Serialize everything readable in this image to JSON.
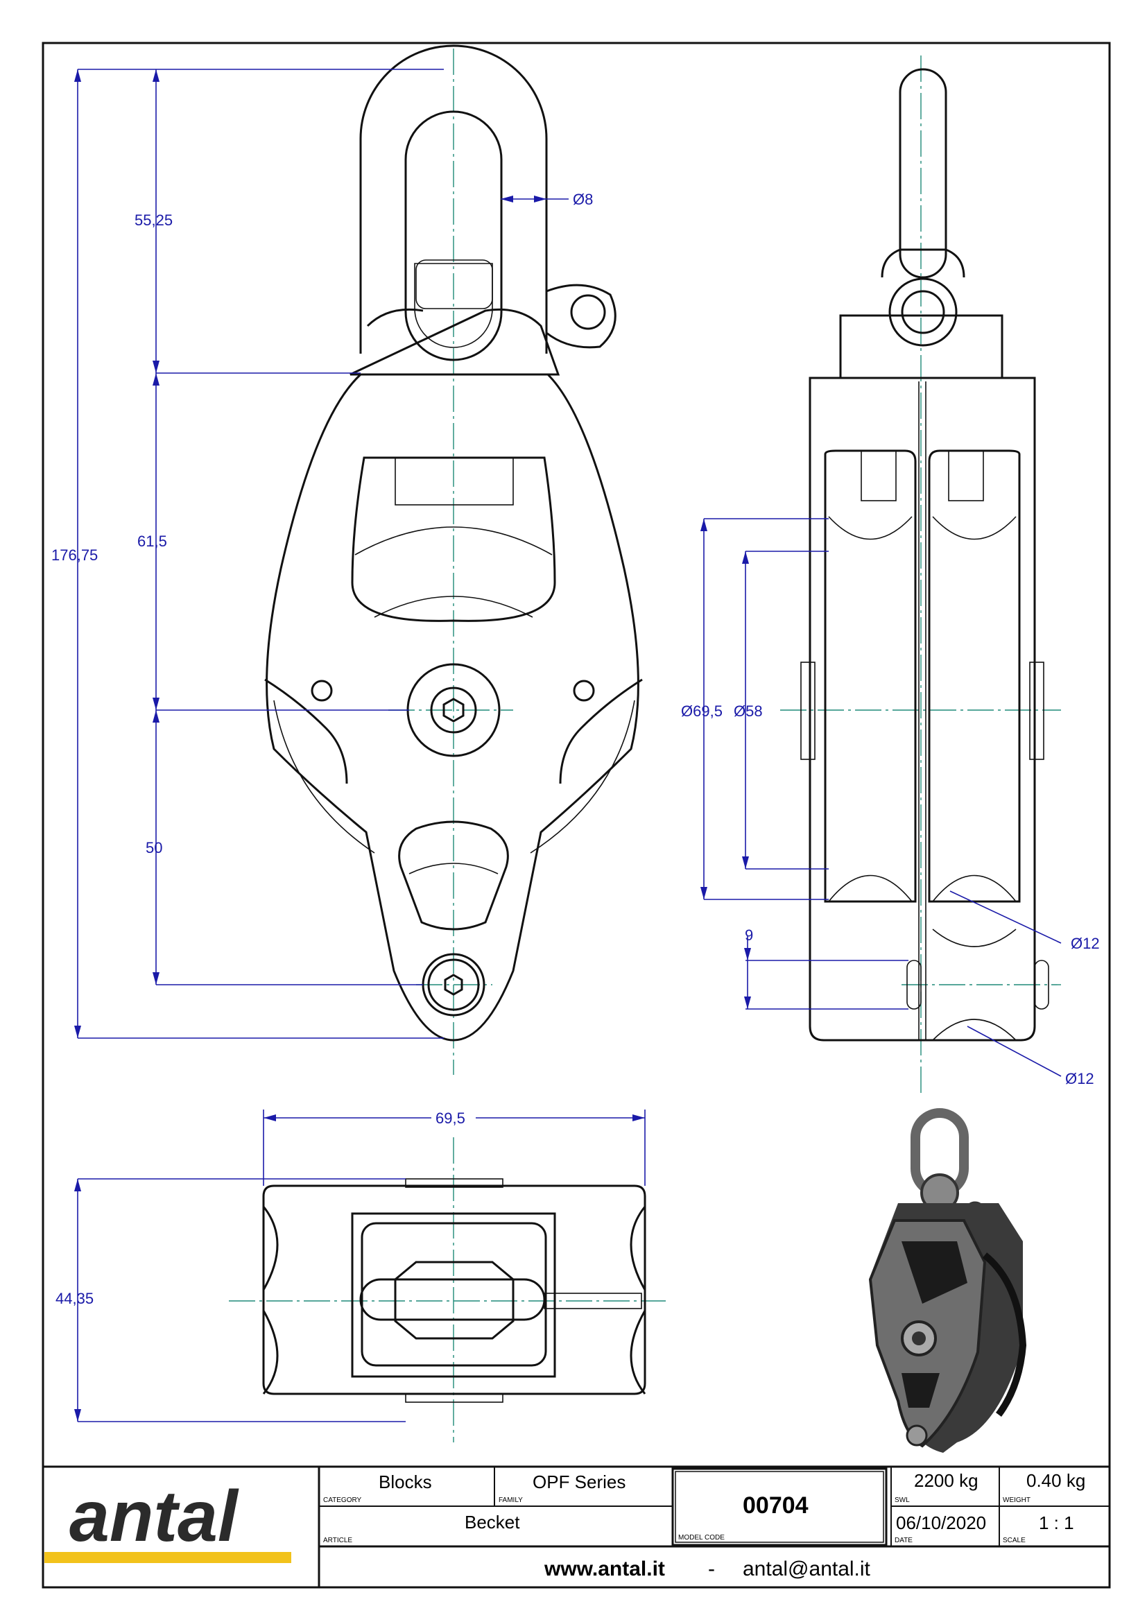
{
  "dimensions": {
    "d_shackle_pin": "Ø8",
    "h_top": "55,25",
    "h_mid": "61,5",
    "h_total": "176,75",
    "h_low": "50",
    "d_sheave_outer": "Ø69,5",
    "d_sheave_inner": "Ø58",
    "becket_offset": "9",
    "d_rope_1": "Ø12",
    "d_rope_2": "Ø12",
    "w_width": "69,5",
    "h_thickness": "44,35"
  },
  "titleblock": {
    "logo_text": "antal",
    "category_value": "Blocks",
    "category_label": "CATEGORY",
    "family_value": "OPF Series",
    "family_label": "FAMILY",
    "article_value": "Becket",
    "article_label": "ARTICLE",
    "model_code_value": "00704",
    "model_code_label": "MODEL CODE",
    "swl_value": "2200 kg",
    "swl_label": "SWL",
    "weight_value": "0.40 kg",
    "weight_label": "WEIGHT",
    "date_value": "06/10/2020",
    "date_label": "DATE",
    "scale_value": "1 : 1",
    "scale_label": "SCALE",
    "website": "www.antal.it",
    "separator": "-",
    "email": "antal@antal.it"
  },
  "colors": {
    "dimension": "#1a1aa8",
    "centerline": "#1f8a78",
    "logo_bar": "#f2c21b",
    "ink": "#111111"
  }
}
